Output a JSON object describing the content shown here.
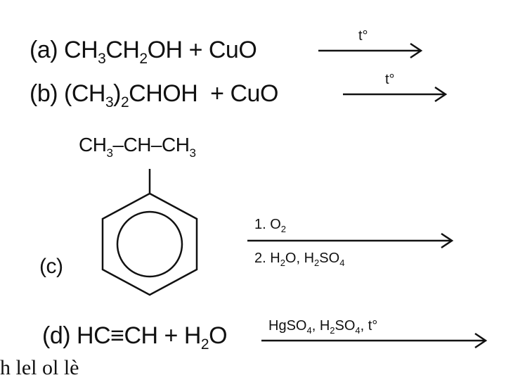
{
  "reactions": {
    "a": {
      "label": "(a)",
      "reactant1": [
        "CH",
        "3",
        "CH",
        "2",
        "OH"
      ],
      "plus": "+",
      "reactant2": "CuO",
      "condition": "t°"
    },
    "b": {
      "label": "(b)",
      "reactant1": [
        "(CH",
        "3",
        ")",
        "2",
        "CHOH"
      ],
      "plus": "+",
      "reactant2": "CuO",
      "condition": "t°"
    },
    "c": {
      "label": "(c)",
      "substituent": [
        "CH",
        "3",
        "–CH–CH",
        "3"
      ],
      "step1": [
        "1. O",
        "2"
      ],
      "step2": [
        "2. H",
        "2",
        "O, H",
        "2",
        "SO",
        "4"
      ]
    },
    "d": {
      "label": "(d)",
      "reactant1": "HC≡CH",
      "plus": "+",
      "reactant2": [
        "H",
        "2",
        "O"
      ],
      "condition": [
        "HgSO",
        "4",
        ", H",
        "2",
        "SO",
        "4",
        ", t°"
      ]
    }
  },
  "cutoff_text": "h                        lel  ol  lè"
}
